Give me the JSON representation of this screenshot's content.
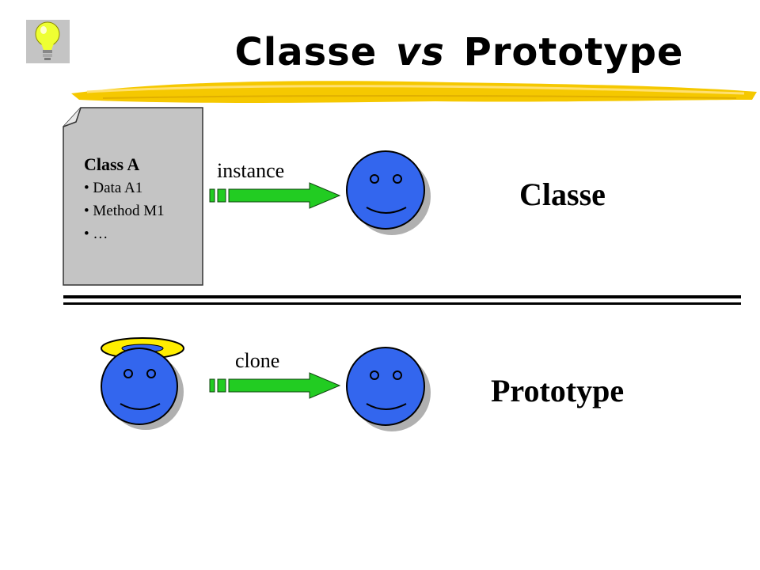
{
  "slide": {
    "title_part1": "Classe",
    "title_vs": "vs",
    "title_part2": "Prototype"
  },
  "class_doc": {
    "class_name": "Class A",
    "items": [
      "• Data A1",
      "• Method M1",
      "•  …"
    ]
  },
  "arrows": {
    "instance_label": "instance",
    "clone_label": "clone"
  },
  "side_labels": {
    "classe": "Classe",
    "prototype": "Prototype"
  },
  "colors": {
    "face_fill": "#3366ee",
    "arrow_fill": "#22cc22",
    "halo": "#ffee00",
    "doc_fill": "#c4c4c4",
    "brush": "#f5c800"
  }
}
